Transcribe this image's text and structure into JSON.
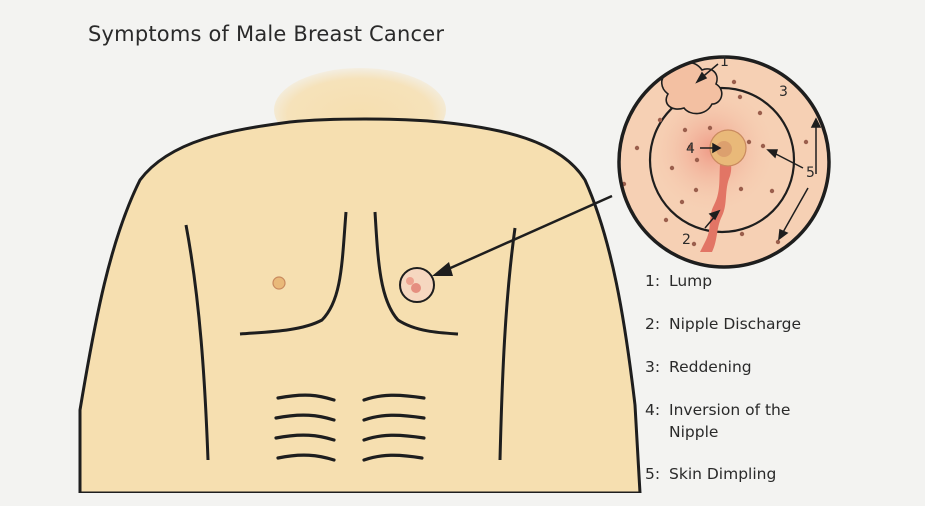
{
  "title": "Symptoms of Male Breast Cancer",
  "callouts": {
    "lump": "1",
    "discharge": "2",
    "reddening": "3",
    "inversion": "4",
    "dimpling": "5"
  },
  "legend": [
    {
      "num": "1:",
      "label": "Lump"
    },
    {
      "num": "2:",
      "label": "Nipple Discharge"
    },
    {
      "num": "3:",
      "label": "Reddening"
    },
    {
      "num": "4:",
      "label": "Inversion of the Nipple"
    },
    {
      "num": "5:",
      "label": "Skin Dimpling"
    }
  ],
  "colors": {
    "skin": "#f6dfb0",
    "outline": "#1e1e1e",
    "magnifier_fill": "#f6d0b4",
    "redness": "#ee9f8c",
    "discharge": "#e27565",
    "nipple": "#e9b979"
  }
}
